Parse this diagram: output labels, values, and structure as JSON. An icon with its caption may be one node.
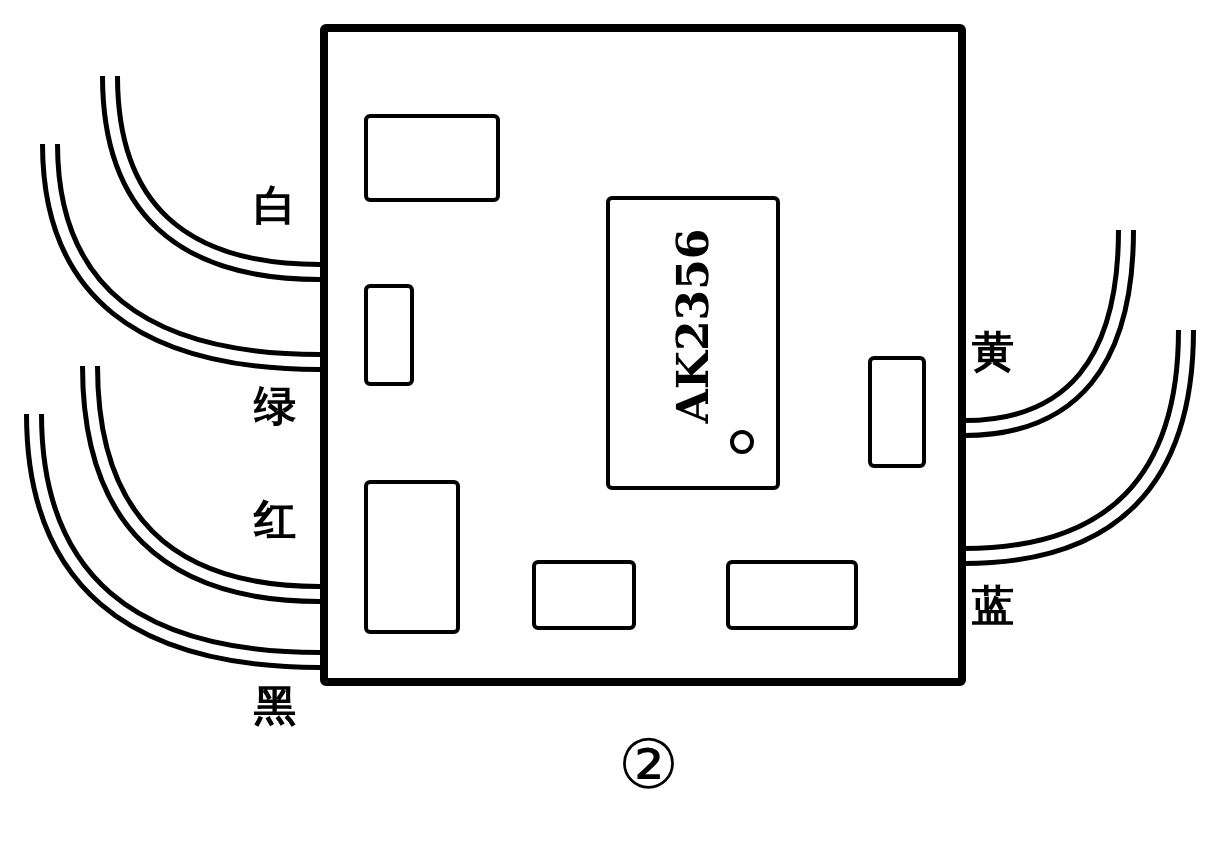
{
  "diagram": {
    "nodes": [
      {
        "text": [],
        "shape": "box"
      },
      {
        "text": [],
        "shape": "box",
        "in": 0
      },
      {
        "text": [
          "AK2356"
        ],
        "in": 0
      },
      {
        "text": [],
        "shape": "box",
        "in": 0
      },
      {
        "text": [],
        "shape": "box",
        "in": 0
      },
      {
        "text": [],
        "shape": "box",
        "in": 0
      },
      {
        "text": [],
        "shape": "box",
        "in": 0
      },
      {
        "text": [],
        "shape": "box",
        "in": 0
      }
    ],
    "labels": [
      "白",
      "绿",
      "红",
      "黑",
      "黄",
      "蓝",
      "②"
    ]
  }
}
